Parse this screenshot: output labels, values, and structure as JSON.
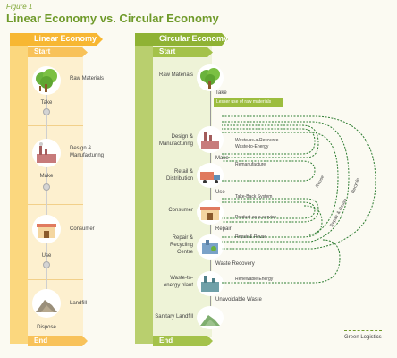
{
  "figure_label": "Figure 1",
  "title": "Linear Economy vs. Circular Economy",
  "linear": {
    "header": "Linear Economy",
    "start": "Start",
    "end": "End",
    "nodes": {
      "raw_materials": "Raw Materials",
      "design_line1": "Design &",
      "design_line2": "Manufacturing",
      "consumer": "Consumer",
      "landfill": "Landfill"
    },
    "steps": {
      "take": "Take",
      "make": "Make",
      "use": "Use",
      "dispose": "Dispose"
    }
  },
  "circular": {
    "header": "Circular Economy",
    "start": "Start",
    "end": "End",
    "nodes": {
      "raw_materials": "Raw Materials",
      "design_line1": "Design &",
      "design_line2": "Manufacturing",
      "retail_line1": "Retail &",
      "retail_line2": "Distribution",
      "consumer": "Consumer",
      "repair_line1": "Repair &",
      "repair_line2": "Recycling",
      "repair_line3": "Centre",
      "wte_line1": "Waste-to-",
      "wte_line2": "energy plant",
      "sanitary": "Sanitary Landfill"
    },
    "steps": {
      "take": "Take",
      "make": "Make",
      "use": "Use",
      "repair": "Repair",
      "waste_recovery": "Waste Recovery",
      "unavoidable": "Unavoidable Waste"
    },
    "lesser_use": "Lesser use of raw materials",
    "loops": {
      "waste_resource": "Waste-as-a-Resource",
      "waste_energy": "Waste-to-Energy",
      "remanufacture": "Remanufacture",
      "take_back": "Take-Back System",
      "product_service": "Product-as-a-service",
      "repair_reuse": "Repair & Reuse",
      "renewable_energy": "Renewable Energy",
      "reuse": "Reuse",
      "repair_reuse_vertical": "Repair & Reuse",
      "recycle": "Recycle"
    }
  },
  "legend": "Green Logistics",
  "colors": {
    "linear_bar": "#f7c04a",
    "linear_light": "#fde6b0",
    "circular_bar": "#9cbd3e",
    "circular_light": "#dde9b5",
    "title_green": "#6f9a2a",
    "loop_green": "#2e7d32"
  }
}
